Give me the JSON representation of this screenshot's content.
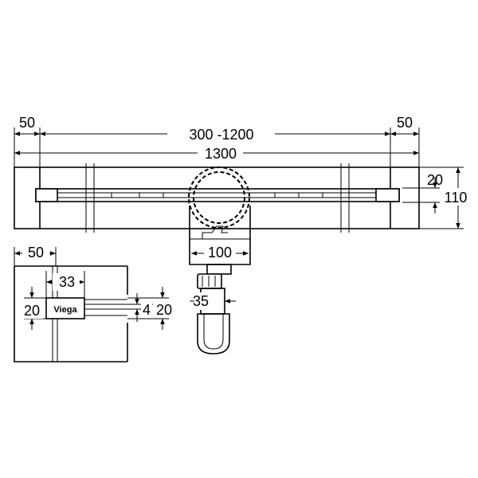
{
  "top_view": {
    "dim_left_margin": "50",
    "dim_right_margin": "50",
    "dim_channel_length": "300 -1200",
    "dim_total_length": "1300",
    "dim_grate_width": "20",
    "dim_channel_height": "110",
    "dim_outlet_width": "100",
    "dim_outlet_pipe": "35"
  },
  "detail_view": {
    "dim_end_margin": "50",
    "dim_logo_width": "33",
    "dim_logo_height": "20",
    "dim_slot_height": "4",
    "dim_slot_total": "20",
    "logo_text": "Viega"
  }
}
